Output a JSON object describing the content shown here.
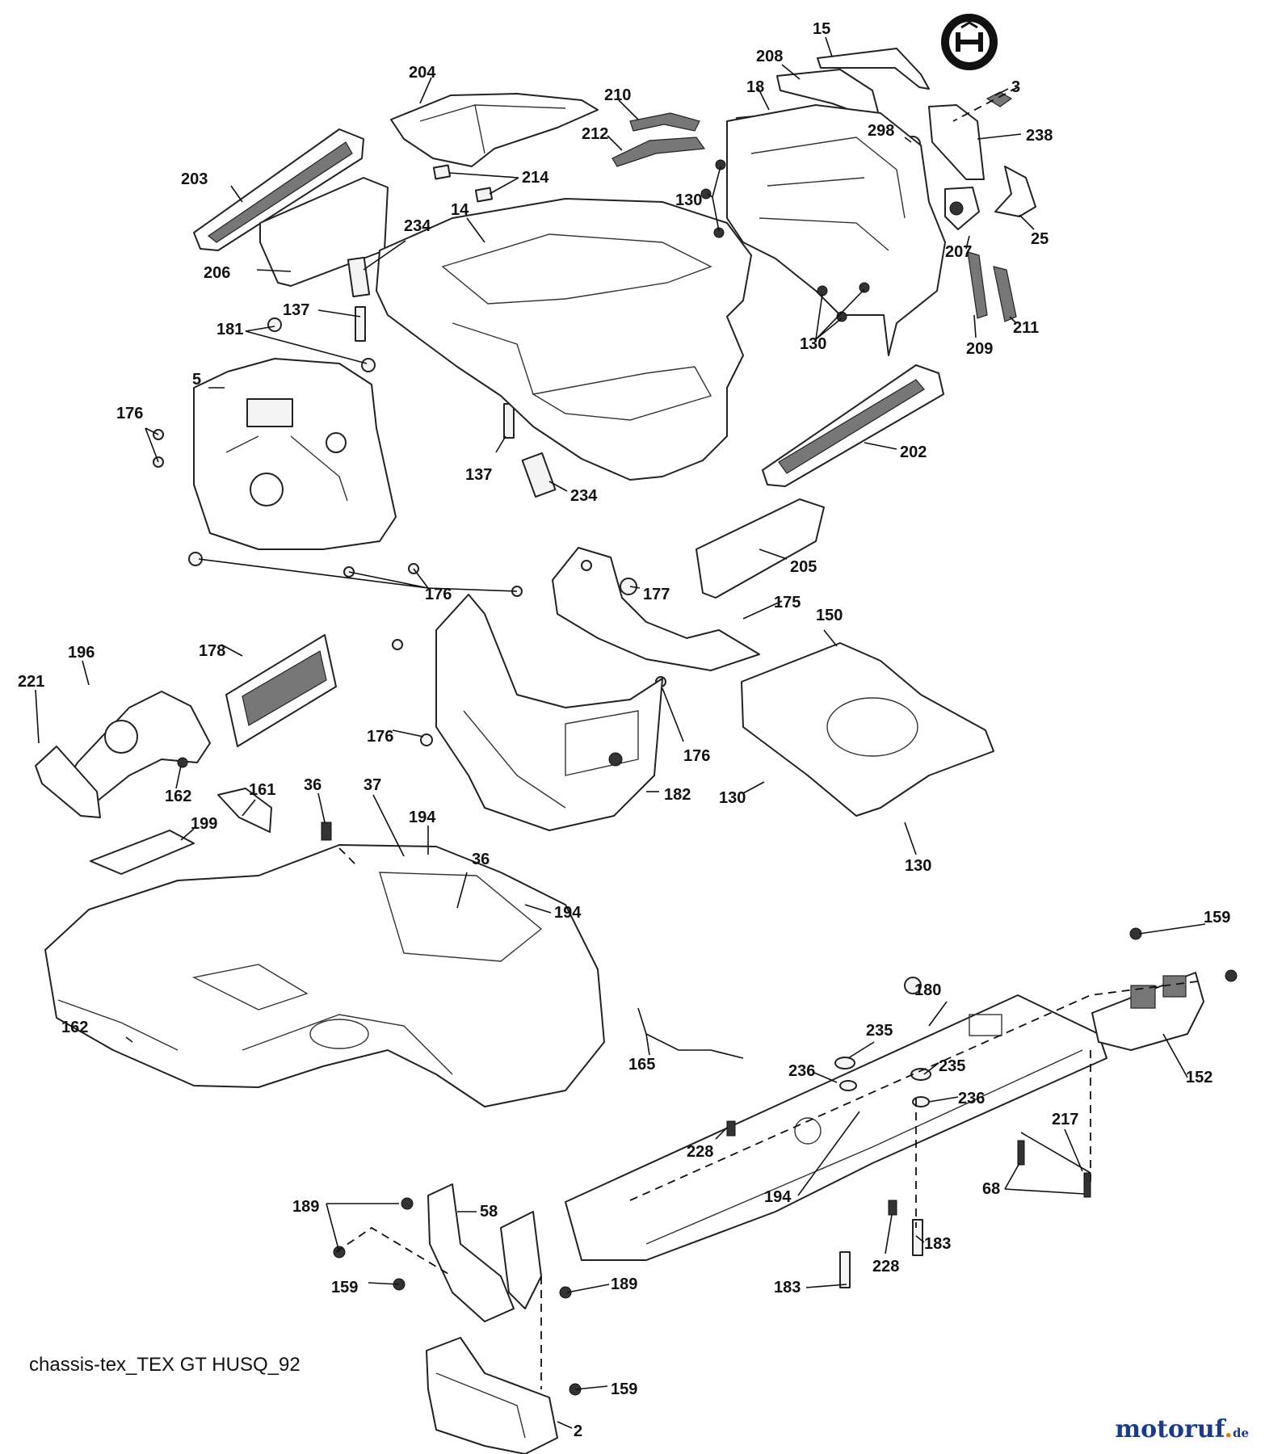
{
  "diagram": {
    "caption": "chassis-tex_TEX GT HUSQ_92",
    "watermark": {
      "main": "motoruf",
      "dot": ".",
      "tld": "de"
    },
    "callouts": [
      {
        "id": "c15",
        "label": "15"
      },
      {
        "id": "c3",
        "label": "3"
      },
      {
        "id": "c208",
        "label": "208"
      },
      {
        "id": "c18",
        "label": "18"
      },
      {
        "id": "c204",
        "label": "204"
      },
      {
        "id": "c210",
        "label": "210"
      },
      {
        "id": "c212",
        "label": "212"
      },
      {
        "id": "c298",
        "label": "298"
      },
      {
        "id": "c238",
        "label": "238"
      },
      {
        "id": "c203",
        "label": "203"
      },
      {
        "id": "c214",
        "label": "214"
      },
      {
        "id": "c130a",
        "label": "130"
      },
      {
        "id": "c14",
        "label": "14"
      },
      {
        "id": "c207",
        "label": "207"
      },
      {
        "id": "c25",
        "label": "25"
      },
      {
        "id": "c234a",
        "label": "234"
      },
      {
        "id": "c206",
        "label": "206"
      },
      {
        "id": "c137a",
        "label": "137"
      },
      {
        "id": "c181",
        "label": "181"
      },
      {
        "id": "c130b",
        "label": "130"
      },
      {
        "id": "c209",
        "label": "209"
      },
      {
        "id": "c211",
        "label": "211"
      },
      {
        "id": "c5",
        "label": "5"
      },
      {
        "id": "c176a",
        "label": "176"
      },
      {
        "id": "c202",
        "label": "202"
      },
      {
        "id": "c137b",
        "label": "137"
      },
      {
        "id": "c234b",
        "label": "234"
      },
      {
        "id": "c205",
        "label": "205"
      },
      {
        "id": "c176b",
        "label": "176"
      },
      {
        "id": "c177",
        "label": "177"
      },
      {
        "id": "c175",
        "label": "175"
      },
      {
        "id": "c150",
        "label": "150"
      },
      {
        "id": "c196",
        "label": "196"
      },
      {
        "id": "c178",
        "label": "178"
      },
      {
        "id": "c221",
        "label": "221"
      },
      {
        "id": "c176c",
        "label": "176"
      },
      {
        "id": "c176d",
        "label": "176"
      },
      {
        "id": "c162a",
        "label": "162"
      },
      {
        "id": "c161",
        "label": "161"
      },
      {
        "id": "c130c",
        "label": "130"
      },
      {
        "id": "c182",
        "label": "182"
      },
      {
        "id": "c36a",
        "label": "36"
      },
      {
        "id": "c37",
        "label": "37"
      },
      {
        "id": "c194a",
        "label": "194"
      },
      {
        "id": "c199",
        "label": "199"
      },
      {
        "id": "c36b",
        "label": "36"
      },
      {
        "id": "c130d",
        "label": "130"
      },
      {
        "id": "c194b",
        "label": "194"
      },
      {
        "id": "c159a",
        "label": "159"
      },
      {
        "id": "c180",
        "label": "180"
      },
      {
        "id": "c162b",
        "label": "162"
      },
      {
        "id": "c235a",
        "label": "235"
      },
      {
        "id": "c165",
        "label": "165"
      },
      {
        "id": "c236a",
        "label": "236"
      },
      {
        "id": "c235b",
        "label": "235"
      },
      {
        "id": "c152",
        "label": "152"
      },
      {
        "id": "c236b",
        "label": "236"
      },
      {
        "id": "c217",
        "label": "217"
      },
      {
        "id": "c228a",
        "label": "228"
      },
      {
        "id": "c68",
        "label": "68"
      },
      {
        "id": "c194c",
        "label": "194"
      },
      {
        "id": "c189a",
        "label": "189"
      },
      {
        "id": "c58",
        "label": "58"
      },
      {
        "id": "c183a",
        "label": "183"
      },
      {
        "id": "c228b",
        "label": "228"
      },
      {
        "id": "c159b",
        "label": "159"
      },
      {
        "id": "c189b",
        "label": "189"
      },
      {
        "id": "c183b",
        "label": "183"
      },
      {
        "id": "c159c",
        "label": "159"
      },
      {
        "id": "c2",
        "label": "2"
      }
    ]
  }
}
